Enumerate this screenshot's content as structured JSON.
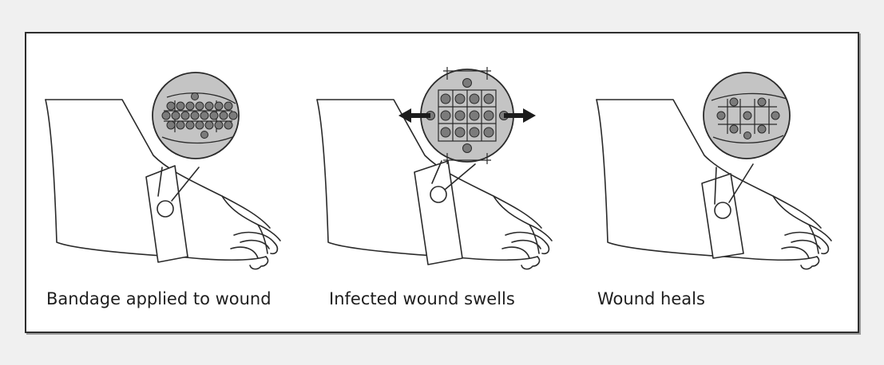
{
  "figure": {
    "panels": [
      {
        "id": "applied",
        "caption": "Bandage applied to wound",
        "stage": "applied"
      },
      {
        "id": "infected",
        "caption": "Infected wound swells",
        "stage": "swollen"
      },
      {
        "id": "healed",
        "caption": "Wound heals",
        "stage": "healed"
      }
    ],
    "colors": {
      "line": "#2a2a2a",
      "magnifier_fill": "#c4c4c4",
      "cell_fill": "#7b7b7b",
      "background": "#f0f0f0",
      "frame_fill": "#ffffff"
    }
  }
}
